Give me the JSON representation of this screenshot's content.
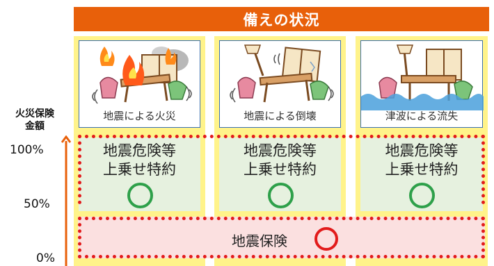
{
  "header": {
    "title": "備えの状況"
  },
  "yaxis": {
    "label_line1": "火災保険",
    "label_line2": "金額",
    "ticks": [
      "100%",
      "50%",
      "0%"
    ]
  },
  "columns": [
    {
      "label": "地震による火災",
      "icon": "fire-furniture-icon"
    },
    {
      "label": "地震による倒壊",
      "icon": "collapsed-furniture-icon"
    },
    {
      "label": "津波による流失",
      "icon": "flooded-furniture-icon"
    }
  ],
  "special": {
    "line1": "地震危険等",
    "line2": "上乗せ特約",
    "mark": "○"
  },
  "basic": {
    "label": "地震保険",
    "mark": "○"
  },
  "colors": {
    "header": "#e8600a",
    "column_bg": "#fff38a",
    "special_bg": "#e6f1df",
    "basic_bg": "#fbe0e0",
    "dotted_border": "#e21b1b",
    "green_circle": "#2ea04a",
    "red_circle": "#e21b1b",
    "arrow": "#e8600a",
    "card_border": "#3a6fb0"
  }
}
